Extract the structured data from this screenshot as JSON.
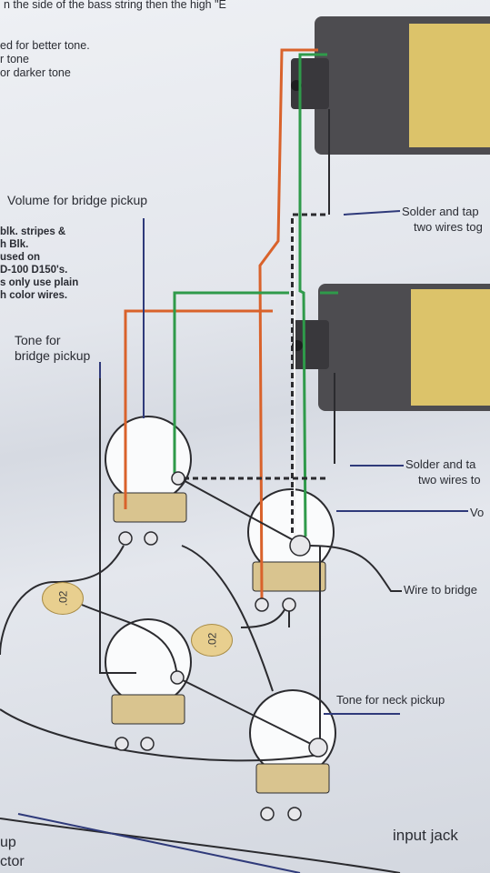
{
  "header_notes": [
    "n the side of the bass string then the high \"E",
    "ed for better tone.",
    "r tone",
    "or darker tone"
  ],
  "wire_notes": [
    "blk. stripes &",
    "h Blk.",
    "used on",
    "D-100 D150's.",
    "s only use plain",
    "h color wires."
  ],
  "labels": {
    "volume_bridge": "Volume for bridge pickup",
    "tone_bridge_1": "Tone for",
    "tone_bridge_2": "bridge pickup",
    "solder_top_1": "Solder and tap",
    "solder_top_2": "two wires tog",
    "solder_mid_1": "Solder and ta",
    "solder_mid_2": "two wires to",
    "volume_neck": "Vo",
    "wire_to_bridge": "Wire to bridge",
    "tone_neck": "Tone for neck pickup",
    "input_jack": "input jack",
    "selector_1": "up",
    "selector_2": "ctor"
  },
  "capacitors": {
    "cap1": ".02",
    "cap2": ".02"
  },
  "colors": {
    "orange_wire": "#d9622b",
    "green_wire": "#2f9a4a",
    "white_wire": "#f4f4f4",
    "black_wire": "#2b2b2f",
    "pickup_body": "#4d4c50",
    "pickup_cover": "#dcc36a",
    "pot_lug": "#d9c48f",
    "leader": "#2f3a7a"
  }
}
